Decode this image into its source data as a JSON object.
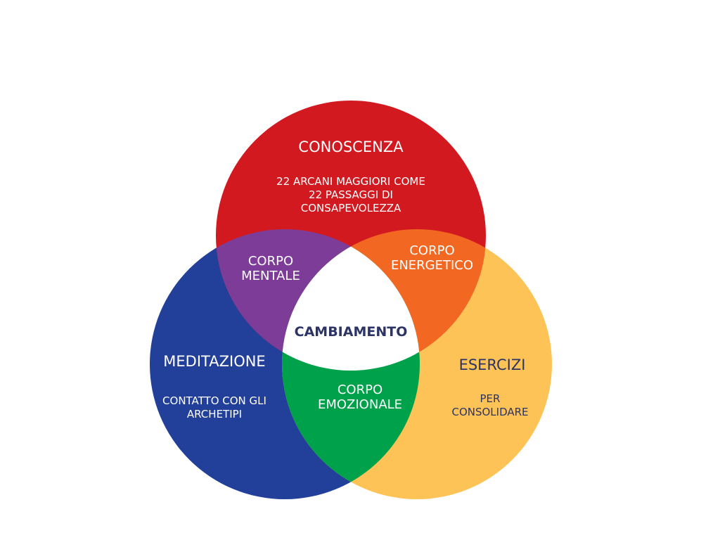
{
  "colors": {
    "red": "#D31920",
    "blue": "#22409A",
    "yellow": "#FEC356",
    "purple": "#7D3C98",
    "orange": "#F26822",
    "green": "#00A14B",
    "center": "#FFFFFF",
    "text_light": "#FFFFFF",
    "text_dark": "#2C3466"
  },
  "top_circle": {
    "title": "CONOSCENZA",
    "lines": [
      "22 ARCANI MAGGIORI COME",
      "22 PASSAGGI DI",
      "CONSAPEVOLEZZA"
    ]
  },
  "left_circle": {
    "title": "MEDITAZIONE",
    "lines": [
      "CONTATTO CON GLI",
      "ARCHETIPI"
    ]
  },
  "right_circle": {
    "title": "ESERCIZI",
    "lines": [
      "PER",
      "CONSOLIDARE"
    ]
  },
  "overlap_top_left": {
    "lines": [
      "CORPO",
      "MENTALE"
    ]
  },
  "overlap_top_right": {
    "lines": [
      "CORPO",
      "ENERGETICO"
    ]
  },
  "overlap_bottom": {
    "lines": [
      "CORPO",
      "EMOZIONALE"
    ]
  },
  "center": {
    "label": "CAMBIAMENTO"
  }
}
